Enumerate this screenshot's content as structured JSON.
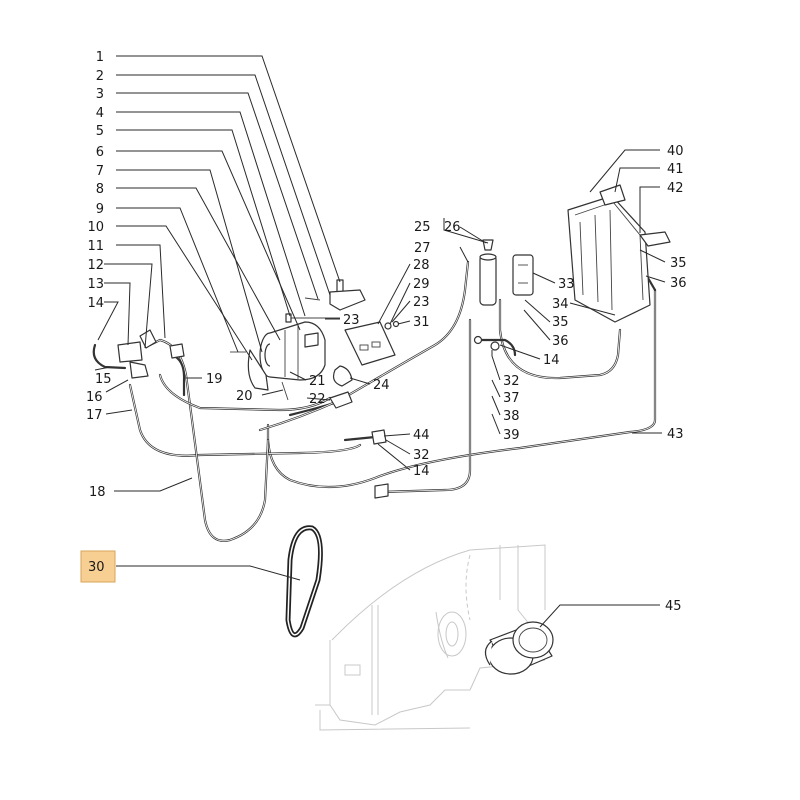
{
  "callouts": {
    "c1": "1",
    "c2": "2",
    "c3": "3",
    "c4": "4",
    "c5": "5",
    "c6": "6",
    "c7": "7",
    "c8": "8",
    "c9": "9",
    "c10": "10",
    "c11": "11",
    "c12": "12",
    "c13": "13",
    "c14": "14",
    "c15": "15",
    "c16": "16",
    "c17": "17",
    "c18": "18",
    "c19": "19",
    "c20": "20",
    "c21": "21",
    "c22": "22",
    "c23": "23",
    "c24": "24",
    "c25": "25",
    "c26": "26",
    "c27": "27",
    "c28": "28",
    "c29": "29",
    "c30": "30",
    "c31": "31",
    "c32": "32",
    "c33": "33",
    "c34": "34",
    "c35": "35",
    "c36": "36",
    "c37": "37",
    "c38": "38",
    "c39": "39",
    "c40": "40",
    "c41": "41",
    "c42": "42",
    "c43": "43",
    "c44": "44",
    "c45": "45"
  },
  "highlight": {
    "callout": "30",
    "color": "#f7cf92"
  }
}
